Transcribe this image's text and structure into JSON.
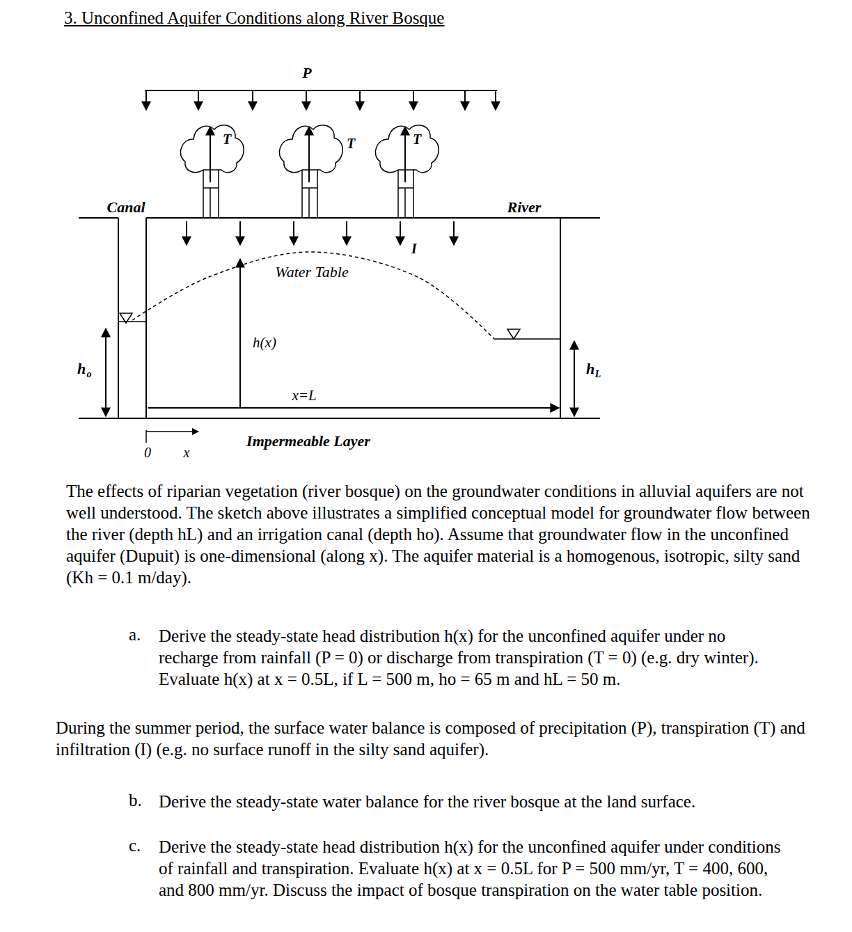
{
  "diagram": {
    "title": "3. Unconfined Aquifer Conditions along River Bosque",
    "labels": [
      "P",
      "T",
      "T",
      "T",
      "Canal",
      "River",
      "I",
      "Water Table",
      "h(x)",
      "h",
      "o",
      "h",
      "L",
      "x=L",
      "0",
      "x",
      "Impermeable Layer",
      "The effects of riparian vegetation (river bosque) on the groundwater conditions in alluvial aquifers are not well understood. The sketch above illustrates a simplified conceptual model for groundwater flow between the river (depth hL) and an irrigation canal (depth ho). Assume that groundwater flow in the unconfined aquifer (Dupuit) is one-dimensional (along x). The aquifer material is a homogenous, isotropic, silty sand (Kh = 0.1 m/day).",
      "a.",
      "Derive the steady-state head distribution h(x) for the unconfined aquifer under no recharge from rainfall (P = 0) or discharge from transpiration (T = 0) (e.g. dry winter). Evaluate h(x) at x = 0.5L, if L = 500 m, ho = 65 m and hL = 50 m.",
      "During the summer period, the surface water balance is composed of precipitation (P), transpiration (T) and infiltration (I) (e.g. no surface runoff in the silty sand aquifer).",
      "b.",
      "Derive the steady-state water balance for the river bosque at the land surface.",
      "c.",
      "Derive the steady-state head distribution h(x) for the unconfined aquifer under conditions of rainfall and transpiration. Evaluate h(x) at x = 0.5L for P = 500 mm/yr, T = 400, 600, and 800 mm/yr. Discuss the impact of bosque transpiration on the water table position."
    ]
  }
}
